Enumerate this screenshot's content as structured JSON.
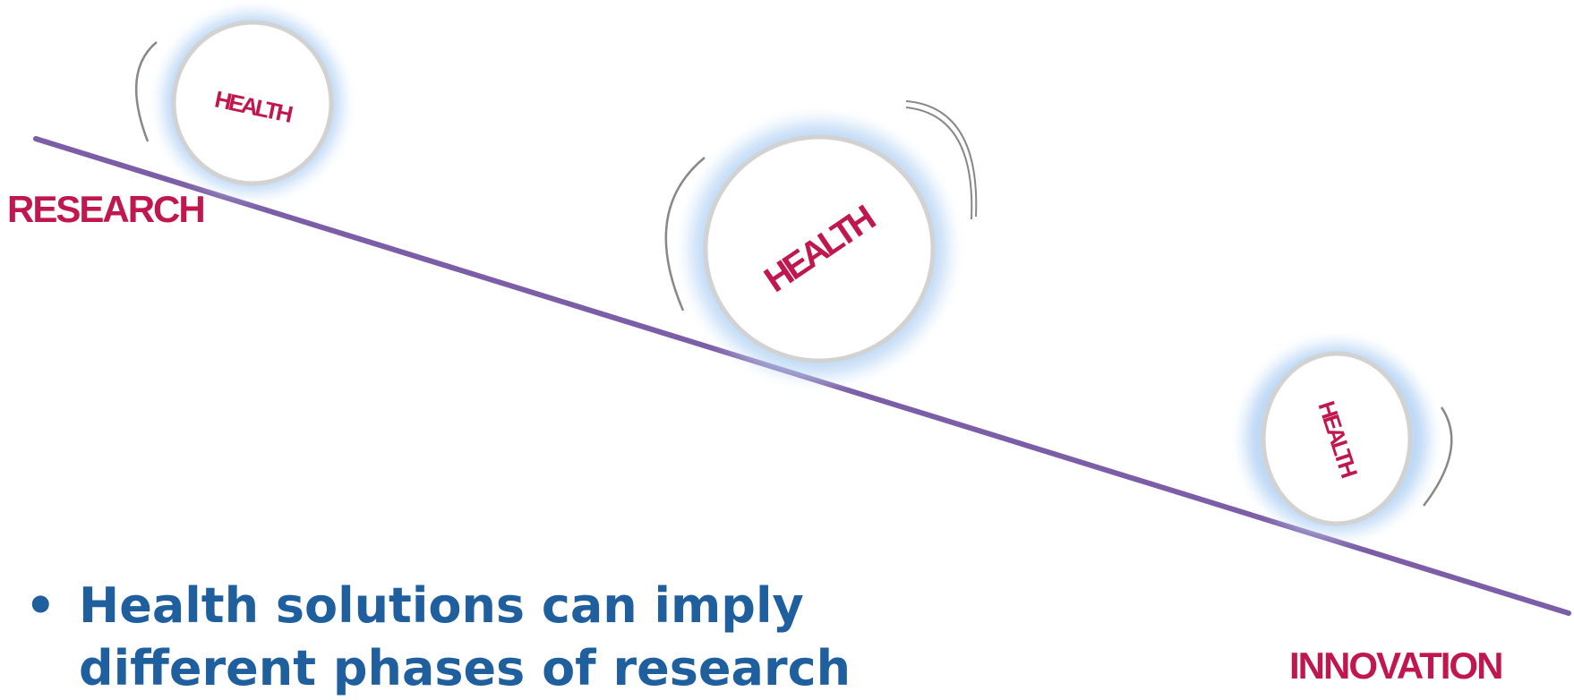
{
  "labels": {
    "start": "RESEARCH",
    "end": "INNOVATION"
  },
  "balls": [
    {
      "text": "HEALTH"
    },
    {
      "text": "HEALTH"
    },
    {
      "text": "HEALTH"
    }
  ],
  "bullet": {
    "marker": "•",
    "line1": "Health solutions can imply",
    "line2": "different phases of research"
  },
  "colors": {
    "slope": "#7b5ea7",
    "label": "#c0174f",
    "bullet": "#1f5f9e",
    "glow": "#9cc3f0",
    "ring": "#cfcfcf"
  }
}
